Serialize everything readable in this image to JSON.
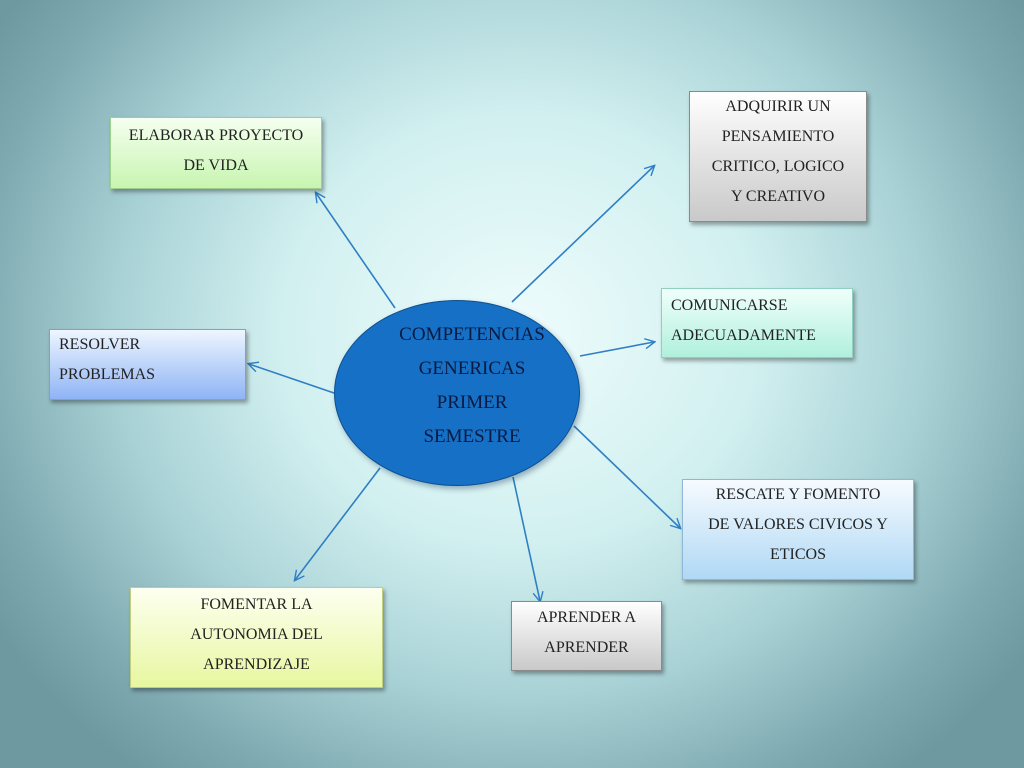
{
  "center": {
    "lines": [
      "COMPETENCIAS",
      "GENERICAS",
      "PRIMER",
      "SEMESTRE"
    ]
  },
  "nodes": {
    "elaborar": {
      "lines": [
        "ELABORAR PROYECTO",
        "DE VIDA"
      ]
    },
    "adquirir": {
      "lines": [
        "ADQUIRIR UN",
        "PENSAMIENTO",
        "CRITICO, LOGICO",
        "Y CREATIVO"
      ]
    },
    "comunicarse": {
      "lines": [
        "COMUNICARSE",
        "ADECUADAMENTE"
      ]
    },
    "resolver": {
      "lines": [
        "RESOLVER",
        "PROBLEMAS"
      ]
    },
    "rescate": {
      "lines": [
        "RESCATE Y FOMENTO",
        "DE VALORES CIVICOS Y",
        "ETICOS"
      ]
    },
    "fomentar": {
      "lines": [
        "FOMENTAR LA",
        "AUTONOMIA DEL",
        "APRENDIZAJE"
      ]
    },
    "aprender": {
      "lines": [
        "APRENDER A",
        "APRENDER"
      ]
    }
  },
  "colors": {
    "arrow": "#2f7fc4",
    "center_fill": "#1670c6"
  }
}
